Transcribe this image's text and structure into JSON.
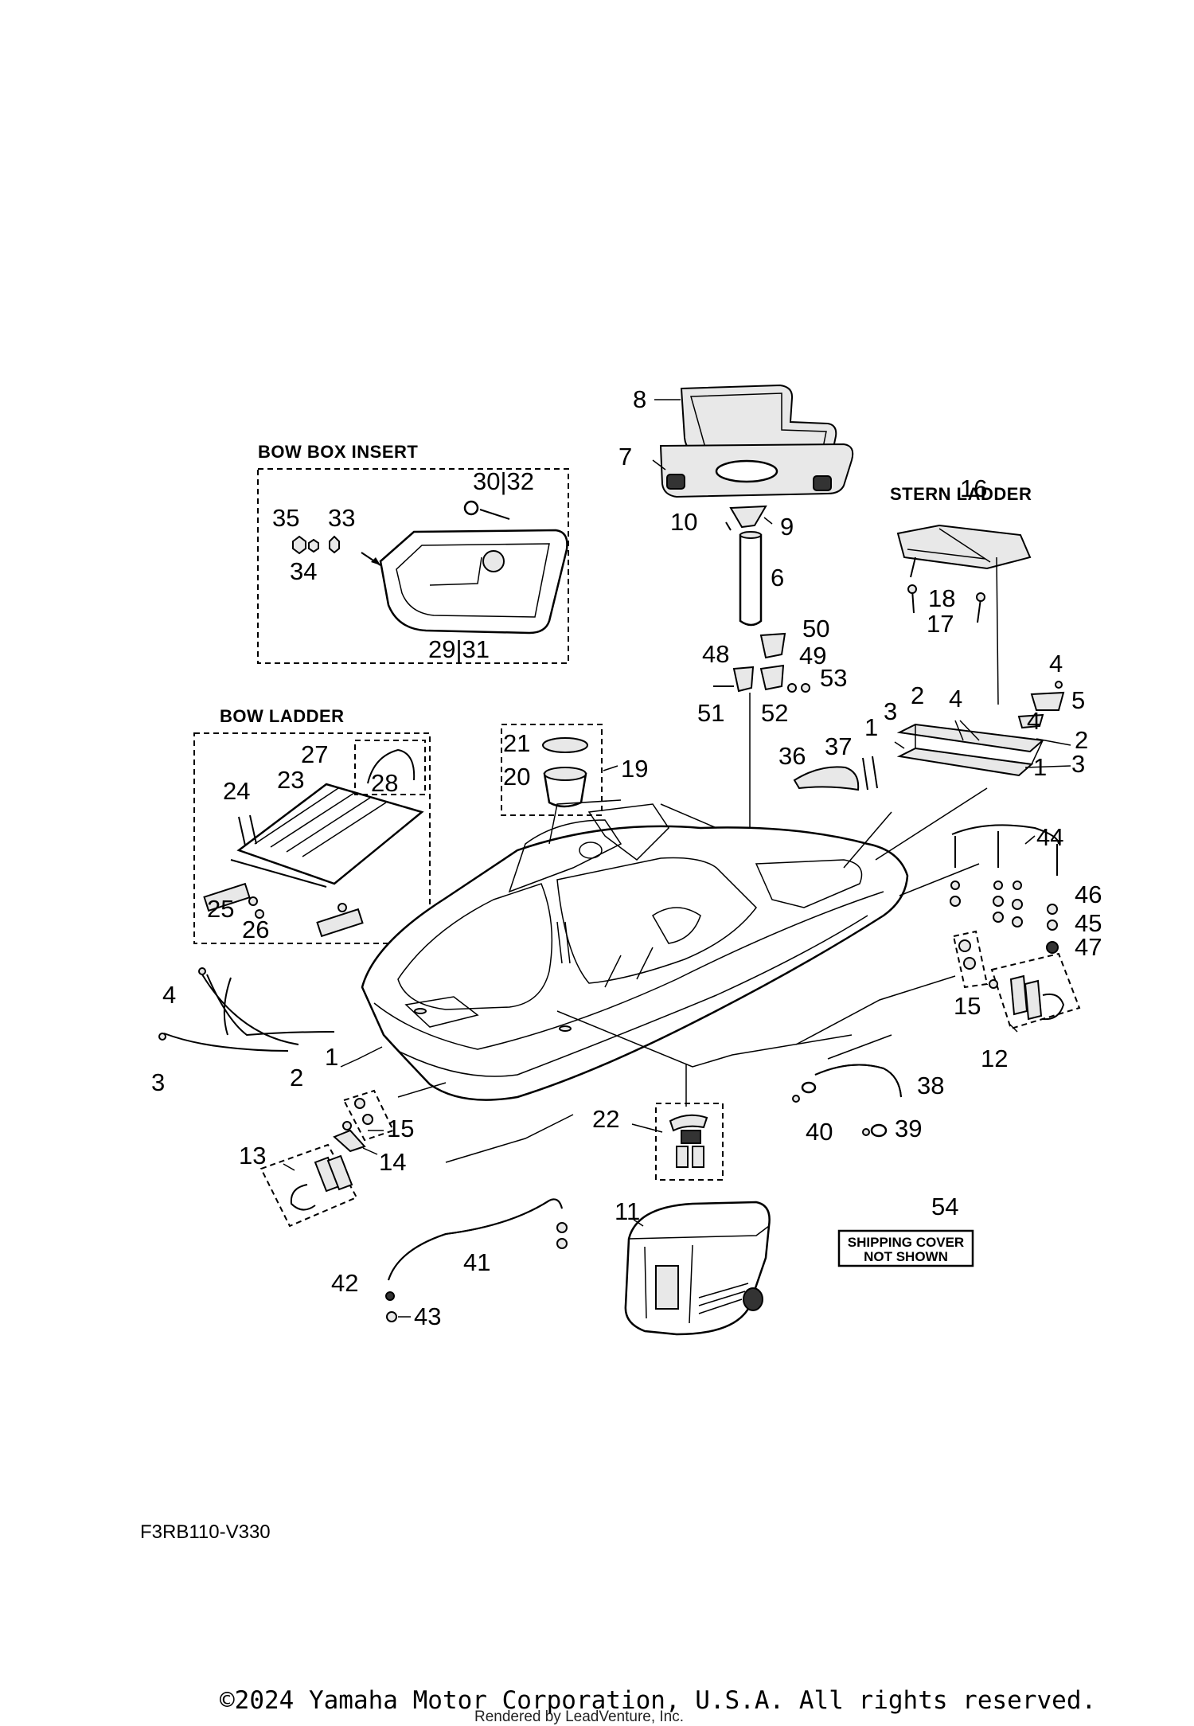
{
  "headings": {
    "bow_box_insert": "BOW BOX INSERT",
    "stern_ladder": "STERN LADDER",
    "bow_ladder": "BOW LADDER"
  },
  "shipping_note": {
    "line1": "SHIPPING COVER",
    "line2": "NOT SHOWN"
  },
  "diagram_code": "F3RB110-V330",
  "copyright": "©2024 Yamaha Motor Corporation, U.S.A. All rights reserved.",
  "rendered_by": "Rendered by LeadVenture, Inc.",
  "callouts": {
    "c1": "1",
    "c2": "2",
    "c3": "3",
    "c4": "4",
    "c5": "5",
    "c6": "6",
    "c7": "7",
    "c8": "8",
    "c9": "9",
    "c10": "10",
    "c11": "11",
    "c12": "12",
    "c13": "13",
    "c14": "14",
    "c15": "15",
    "c16": "16",
    "c17": "17",
    "c18": "18",
    "c19": "19",
    "c20": "20",
    "c21": "21",
    "c22": "22",
    "c23": "23",
    "c24": "24",
    "c25": "25",
    "c26": "26",
    "c27": "27",
    "c28": "28",
    "c29_31": "29|31",
    "c30_32": "30|32",
    "c33": "33",
    "c34": "34",
    "c35": "35",
    "c36": "36",
    "c37": "37",
    "c38": "38",
    "c39": "39",
    "c40": "40",
    "c41": "41",
    "c42": "42",
    "c43": "43",
    "c44": "44",
    "c45": "45",
    "c46": "46",
    "c47": "47",
    "c48": "48",
    "c49": "49",
    "c50": "50",
    "c51": "51",
    "c52": "52",
    "c53": "53",
    "c54": "54"
  }
}
